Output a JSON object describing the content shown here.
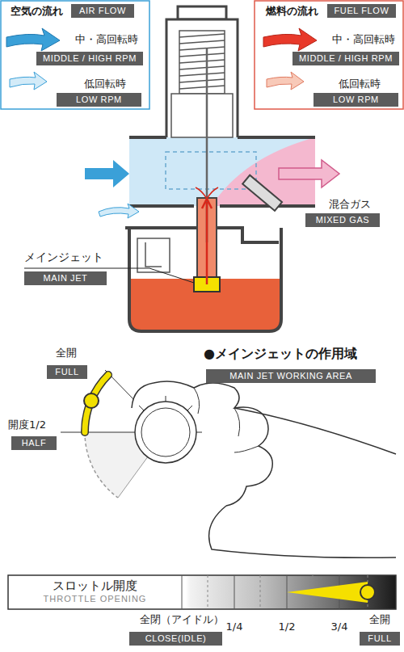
{
  "diagram": {
    "nodes": [
      {
        "text": [
          "スロットル開度",
          "THROTTLE OPENING"
        ]
      }
    ],
    "labels": [
      "空気の流れ",
      "AIR FLOW",
      "MIDDLE / HIGH RPM",
      "LOW RPM",
      "燃料の流れ",
      "FUEL FLOW",
      "MIDDLE / HIGH RPM",
      "LOW RPM",
      "混合ガス",
      "MIXED GAS",
      "メインジェット",
      "MAIN JET",
      "●メインジェットの作用域",
      "MAIN JET WORKING AREA",
      "全開",
      "FULL",
      "開度1/2",
      "HALF",
      "全閉（アイドル）",
      "CLOSE(IDLE)",
      "1/4",
      "1/2",
      "3/4",
      "全開",
      "FULL"
    ],
    "legend": [
      {
        "text": "中・高回転時"
      },
      {
        "text": "低回転時"
      },
      {
        "text": "中・高回転時"
      },
      {
        "text": "低回転時"
      }
    ]
  }
}
